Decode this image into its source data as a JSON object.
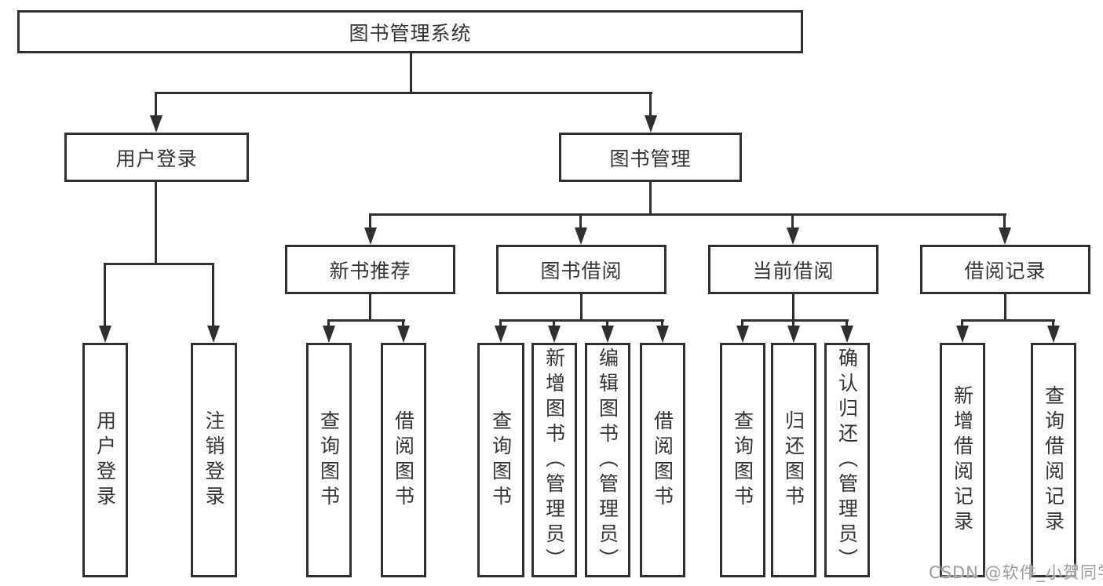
{
  "diagram": {
    "root": "图书管理系统",
    "level2": {
      "user_login": "用户登录",
      "book_management": "图书管理"
    },
    "level3": {
      "new_books": "新书推荐",
      "borrowing": "图书借阅",
      "current": "当前借阅",
      "records": "借阅记录"
    },
    "leaves": {
      "login": "用户登录",
      "logout": "注销登录",
      "nb_query": "查询图书",
      "nb_borrow": "借阅图书",
      "bw_query": "查询图书",
      "bw_add": "新增图书（管理员）",
      "bw_edit": "编辑图书（管理员）",
      "bw_borrow": "借阅图书",
      "cu_query": "查询图书",
      "cu_return": "归还图书",
      "cu_confirm": "确认归还（管理员）",
      "rc_add": "新增借阅记录",
      "rc_query": "查询借阅记录"
    }
  },
  "watermark": {
    "text": "CSDN @软件_小贺同学"
  },
  "colors": {
    "line": "#2f2f2f",
    "text": "#333333",
    "watermark": "#9d9d9d",
    "background": "#ffffff"
  }
}
